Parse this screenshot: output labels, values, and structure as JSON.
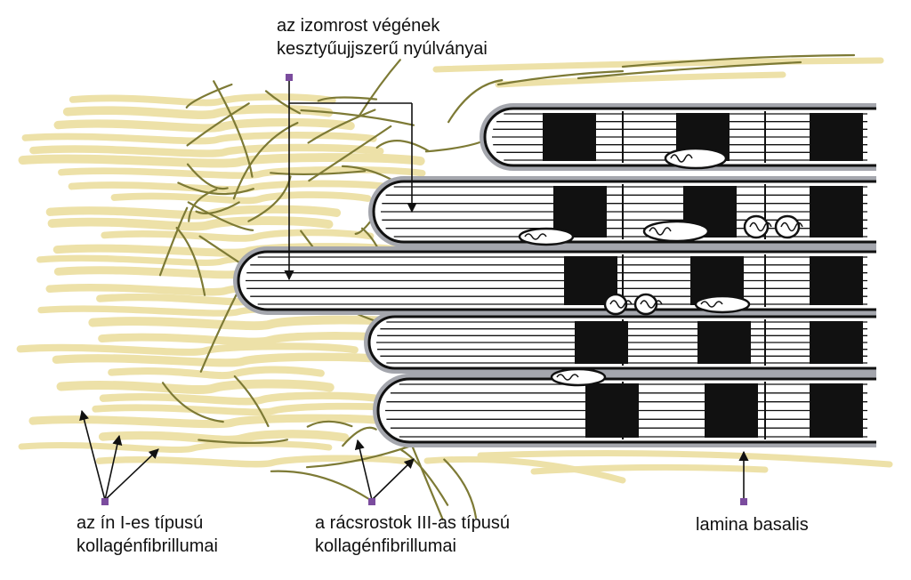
{
  "labels": {
    "glove_processes": {
      "line1": "az izomrost végének",
      "line2": "kesztyűujjszerű nyúlványai"
    },
    "type1_collagen": {
      "line1": "az ín I-es típusú",
      "line2": "kollagénfibrillumai"
    },
    "type3_collagen": {
      "line1": "a rácsrostok III-as típusú",
      "line2": "kollagénfibrillumai"
    },
    "basal_lamina": {
      "line1": "lamina basalis"
    }
  },
  "colors": {
    "tendon_fibril": "#ede1a8",
    "reticular_fiber": "#7d7a35",
    "basal_lamina": "#a4a6ad",
    "myofibril": "#111111",
    "marker": "#7b4c9e"
  }
}
